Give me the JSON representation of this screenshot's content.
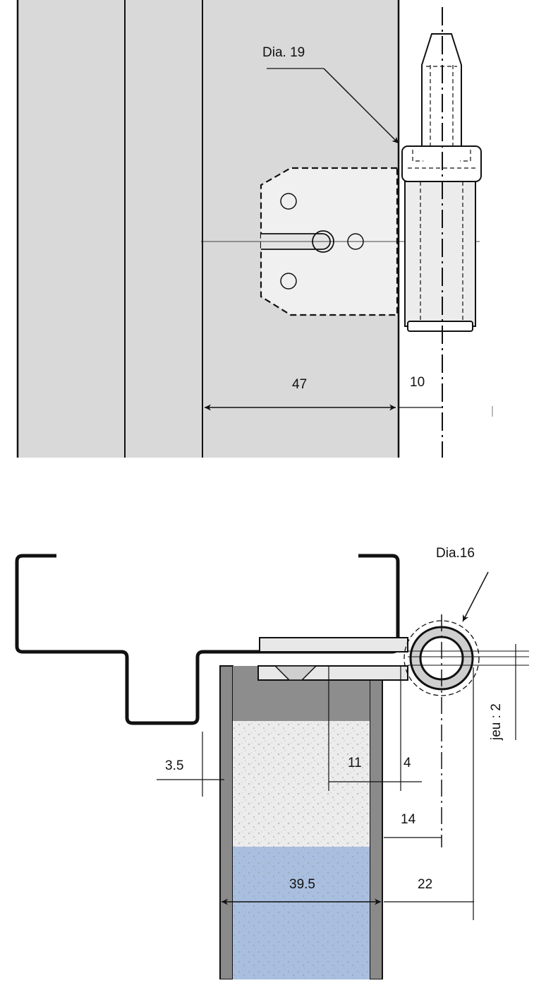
{
  "labels": {
    "dia19": "Dia. 19",
    "dim47": "47",
    "dim10": "10",
    "dia16": "Dia.16",
    "jeu": "jeu : 2",
    "dim35": "3.5",
    "dim11": "11",
    "dim4": "4",
    "dim14": "14",
    "dim395": "39.5",
    "dim22": "22"
  },
  "colors": {
    "door_panel": "#d9d9d9",
    "hinge_plate": "#f0f0f0",
    "frame_wall": "#8a8a8a",
    "insulation_white": "#ececec",
    "insulation_blue": "#a9bfe0",
    "outline": "#111111"
  }
}
